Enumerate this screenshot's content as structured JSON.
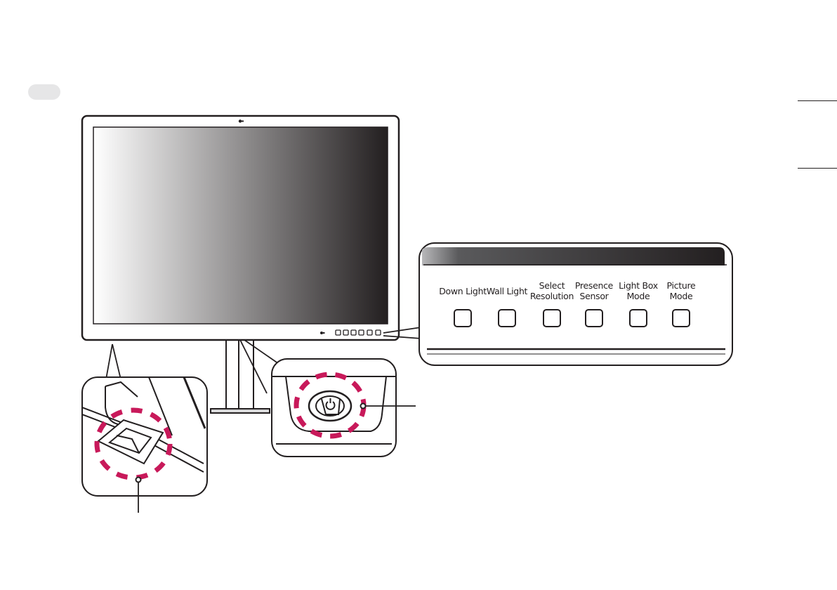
{
  "colors": {
    "line": "#231f20",
    "highlight": "#c8195a",
    "pill": "#e6e6e7",
    "screen_dark": "#231f20",
    "screen_light": "#ffffff"
  },
  "control_panel": {
    "buttons": [
      {
        "line1": "Down Light",
        "line2": ""
      },
      {
        "line1": "Wall Light",
        "line2": ""
      },
      {
        "line1": "Select",
        "line2": "Resolution"
      },
      {
        "line1": "Presence",
        "line2": "Sensor"
      },
      {
        "line1": "Light Box",
        "line2": "Mode"
      },
      {
        "line1": "Picture",
        "line2": "Mode"
      }
    ]
  },
  "icons": {
    "camera": "camera-icon",
    "power": "power-icon",
    "sensor": "sensor-icon"
  }
}
